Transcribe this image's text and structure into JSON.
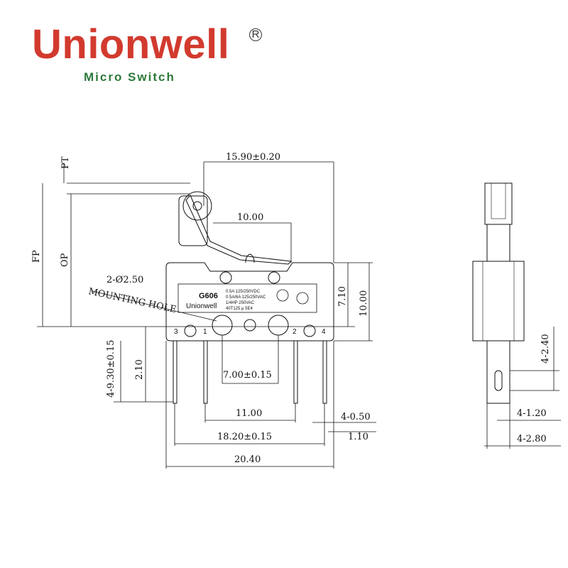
{
  "brand": {
    "name": "Unionwell",
    "registered": "R",
    "tagline": "Micro Switch"
  },
  "colors": {
    "brand_red": "#d23a2e",
    "tagline_green": "#2c7a3a",
    "line": "#111111"
  },
  "drawing": {
    "labels": {
      "pt": "PT",
      "fp": "FP",
      "op": "OP",
      "mount_count": "2-Ø2.50",
      "mount_hole": "MOUNTING HOLE",
      "pin1": "1",
      "pin2": "2",
      "pin3": "3",
      "pin4": "4"
    },
    "body_marking": {
      "model": "G606",
      "maker": "Unionwell",
      "rating1": "0.5A 125/250VDC",
      "rating2": "0.5A/6A 125/250VAC",
      "rating3": "1/4HP 250VAC",
      "rating4": "40T125 μ 5E4"
    },
    "dims": {
      "width_top": "15.90±0.20",
      "lever": "10.00",
      "height_a": "7.10",
      "height_b": "10.00",
      "pin_len": "4-9.30±0.15",
      "hole_offset": "2.10",
      "hole_spacing": "7.00±0.15",
      "pin_inner": "11.00",
      "pin_thick": "4-0.50",
      "pin_outer": "18.20±0.15",
      "edge": "1.10",
      "overall": "20.40",
      "side_a": "4-2.40",
      "side_b": "4-1.20",
      "side_c": "4-2.80"
    }
  }
}
